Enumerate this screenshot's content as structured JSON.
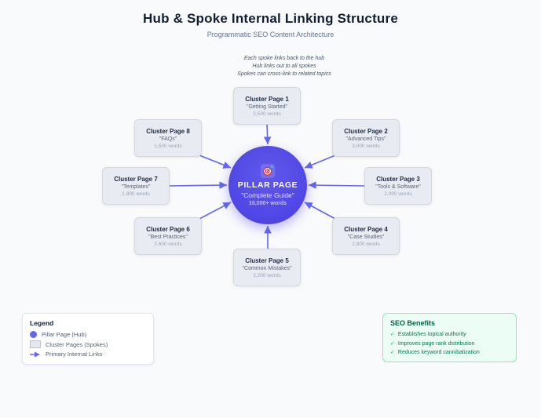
{
  "title": "Hub & Spoke Internal Linking Structure",
  "subtitle": "Programmatic SEO Content Architecture",
  "notes": [
    "Each spoke links back to the hub",
    "Hub links out to all spokes",
    "Spokes can cross-link to related topics"
  ],
  "hub": {
    "icon": "target-icon",
    "title": "PILLAR PAGE",
    "topic": "\"Complete Guide\"",
    "words": "10,000+ words"
  },
  "clusters": [
    {
      "title": "Cluster Page 1",
      "topic": "\"Getting Started\"",
      "words": "2,500 words"
    },
    {
      "title": "Cluster Page 2",
      "topic": "\"Advanced Tips\"",
      "words": "3,000 words"
    },
    {
      "title": "Cluster Page 3",
      "topic": "\"Tools & Software\"",
      "words": "2,000 words"
    },
    {
      "title": "Cluster Page 4",
      "topic": "\"Case Studies\"",
      "words": "2,800 words"
    },
    {
      "title": "Cluster Page 5",
      "topic": "\"Common Mistakes\"",
      "words": "2,200 words"
    },
    {
      "title": "Cluster Page 6",
      "topic": "\"Best Practices\"",
      "words": "2,600 words"
    },
    {
      "title": "Cluster Page 7",
      "topic": "\"Templates\"",
      "words": "1,800 words"
    },
    {
      "title": "Cluster Page 8",
      "topic": "\"FAQs\"",
      "words": "1,500 words"
    }
  ],
  "legend": {
    "title": "Legend",
    "items": [
      {
        "swatch": "pillar-circle-swatch",
        "label": "Pillar Page (Hub)"
      },
      {
        "swatch": "cluster-rect-swatch",
        "label": "Cluster Pages (Spokes)"
      },
      {
        "swatch": "link-arrow-swatch",
        "label": "Primary Internal Links"
      }
    ]
  },
  "benefits": {
    "title": "SEO Benefits",
    "check": "✓",
    "items": [
      "Establishes topical authority",
      "Improves page rank distribution",
      "Reduces keyword cannibalization"
    ]
  },
  "colors": {
    "accent": "#6366f1",
    "hub_fill": "#4f46e5",
    "benefit_bg": "#ecfdf5",
    "benefit_border": "#86efac",
    "benefit_text": "#065f46"
  }
}
